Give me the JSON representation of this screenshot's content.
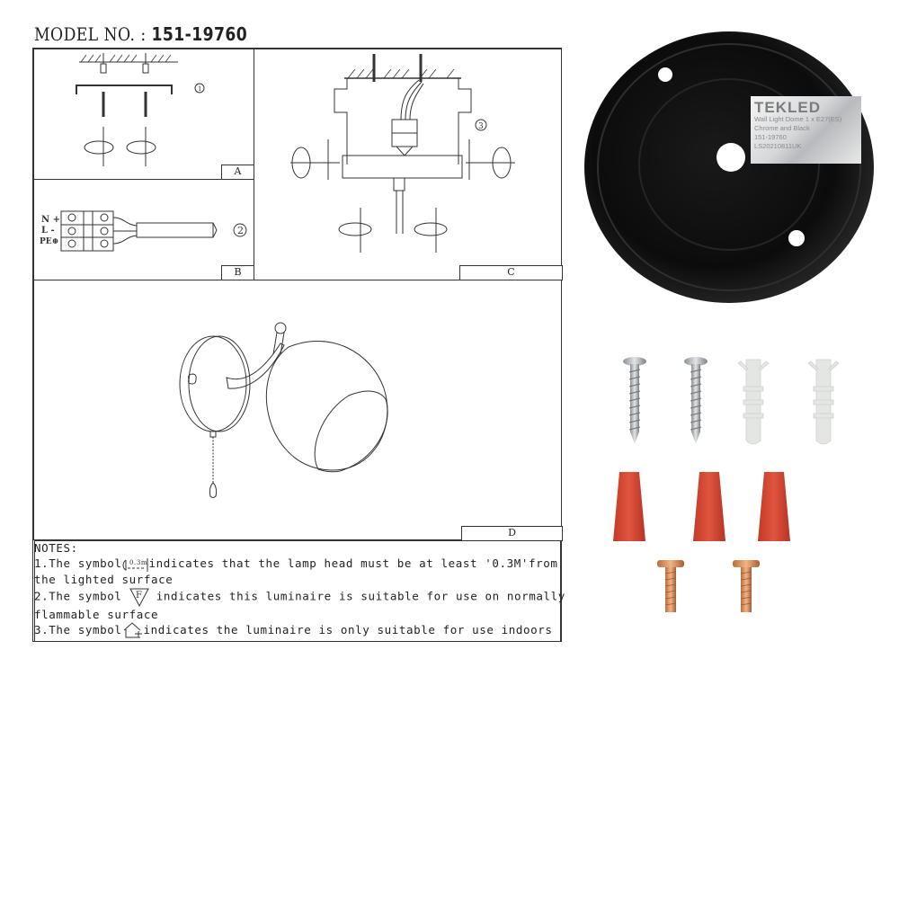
{
  "header": {
    "model_label": "MODEL NO. :",
    "model_number": "151-19760"
  },
  "panels": {
    "A": {
      "label": "A",
      "step": "1",
      "description": "Fix bracket to ceiling/wall with wall plugs and screws"
    },
    "B": {
      "label": "B",
      "step": "2",
      "terminals": [
        "N +",
        "L -",
        "PE ⊕"
      ],
      "description": "Connect wires to terminal block"
    },
    "C": {
      "label": "C",
      "step": "3",
      "description": "Attach fitting to bracket with side screws"
    },
    "D": {
      "label": "D",
      "description": "Assembled wall light with pull cord"
    }
  },
  "notes": {
    "heading": "NOTES:",
    "items": [
      {
        "prefix": "1.The symbol",
        "symbol": "0.3m",
        "symbol_name": "distance-0.3m-icon",
        "text": "indicates that the lamp head must be at least '0.3M'from",
        "continuation": "the lighted surface"
      },
      {
        "prefix": "2.The symbol",
        "symbol": "F",
        "symbol_name": "flammable-surface-f-icon",
        "text": "indicates this luminaire is suitable for use on normally",
        "continuation": "flammable surface"
      },
      {
        "prefix": "3.The symbol",
        "symbol": "",
        "symbol_name": "indoor-use-house-icon",
        "text": "indicates the luminaire is only suitable for use indoors",
        "continuation": ""
      }
    ]
  },
  "product_label": {
    "brand": "TEKLED",
    "line1": "Wall Light Dome 1 x E27(ES)",
    "line2": "Chrome and Black",
    "line3": "151-19760",
    "line4": "LS20210811UK"
  },
  "hardware": {
    "wood_screws": 2,
    "wall_plugs": 2,
    "wire_connectors": 3,
    "machine_screws": 2,
    "colors": {
      "backplate": "#0b0b0b",
      "connector_red": "#d4432e",
      "brass": "#d9925e",
      "plug_white": "#e4e6e4",
      "screw_silver": "#b9bcbf"
    }
  }
}
